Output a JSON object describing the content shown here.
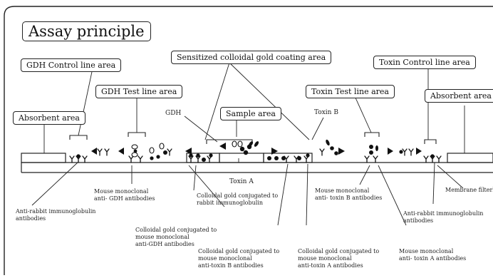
{
  "title": "Assay principle",
  "areas": {
    "gdh_control": "GDH Control line area",
    "gdh_test": "GDH Test line area",
    "absorbent_left": "Absorbent area",
    "sensitized": "Sensitized colloidal gold coating area",
    "sample": "Sample area",
    "toxin_control": "Toxin Control line area",
    "toxin_test": "Toxin Test line area",
    "absorbent_right": "Absorbent area"
  },
  "labels": {
    "gdh": "GDH",
    "toxin_b": "Toxin B",
    "toxin_a": "Toxin A",
    "mouse_anti_gdh_1": "Mouse monoclonal",
    "mouse_anti_gdh_2": "anti- GDH antibodies",
    "anti_rabbit_left_1": "Anti-rabbit immunoglobulin",
    "anti_rabbit_left_2": "antibodies",
    "cg_rabbit_1": "Colloidal gold conjugated to",
    "cg_rabbit_2": "rabbit immunoglobulin",
    "cg_gdh_1": "Colloidal gold conjugated to",
    "cg_gdh_2": "mouse monoclonal",
    "cg_gdh_3": "anti-GDH antibodies",
    "cg_toxb_1": "Colloidal gold conjugated to",
    "cg_toxb_2": "mouse monoclonal",
    "cg_toxb_3": "anti-toxin B antibodies",
    "cg_toxa_1": "Colloidal gold conjugated to",
    "cg_toxa_2": "mouse monoclonal",
    "cg_toxa_3": "anti-toxin A antibodies",
    "mouse_anti_toxb_1": "Mouse monoclonal",
    "mouse_anti_toxb_2": "anti- toxin B antibodies",
    "mouse_anti_toxa_1": "Mouse monoclonal",
    "mouse_anti_toxa_2": "anti- toxin A antibodies",
    "anti_rabbit_right_1": "Anti-rabbit immunoglobulin",
    "anti_rabbit_right_2": "antibodies",
    "membrane": "Membrane filterl"
  }
}
